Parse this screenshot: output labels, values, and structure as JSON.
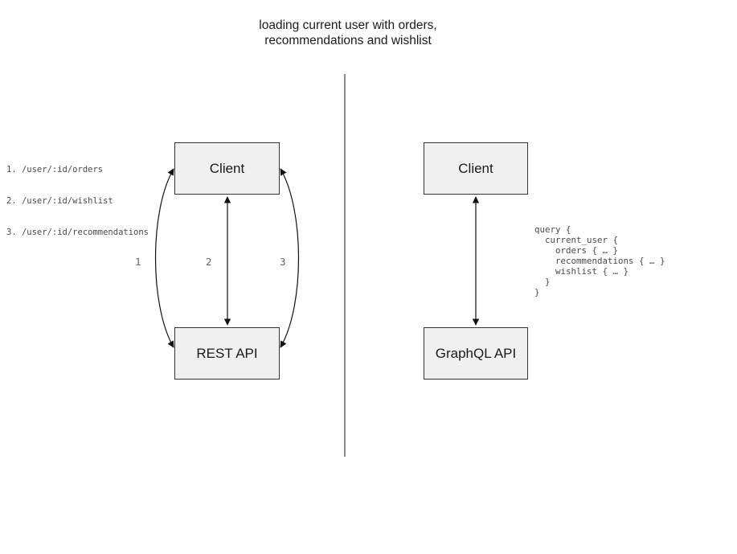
{
  "title": {
    "line1": "loading current user with orders,",
    "line2": "recommendations and wishlist"
  },
  "rest_panel": {
    "client_label": "Client",
    "api_label": "REST API",
    "endpoints": [
      "1. /user/:id/orders",
      "2. /user/:id/wishlist",
      "3. /user/:id/recommendations"
    ],
    "arrow_labels": [
      "1",
      "2",
      "3"
    ]
  },
  "graphql_panel": {
    "client_label": "Client",
    "api_label": "GraphQL API",
    "query_code": "query {\n  current_user {\n    orders { … }\n    recommendations { … }\n    wishlist { … }\n  }\n}"
  },
  "colors": {
    "box_fill": "#f0f0f0",
    "box_border": "#333333",
    "arrow": "#111111",
    "divider": "#8c8c8c",
    "annotation_text": "#4a4a4a",
    "arrow_label_text": "#666666",
    "title_text": "#1a1a1a"
  }
}
